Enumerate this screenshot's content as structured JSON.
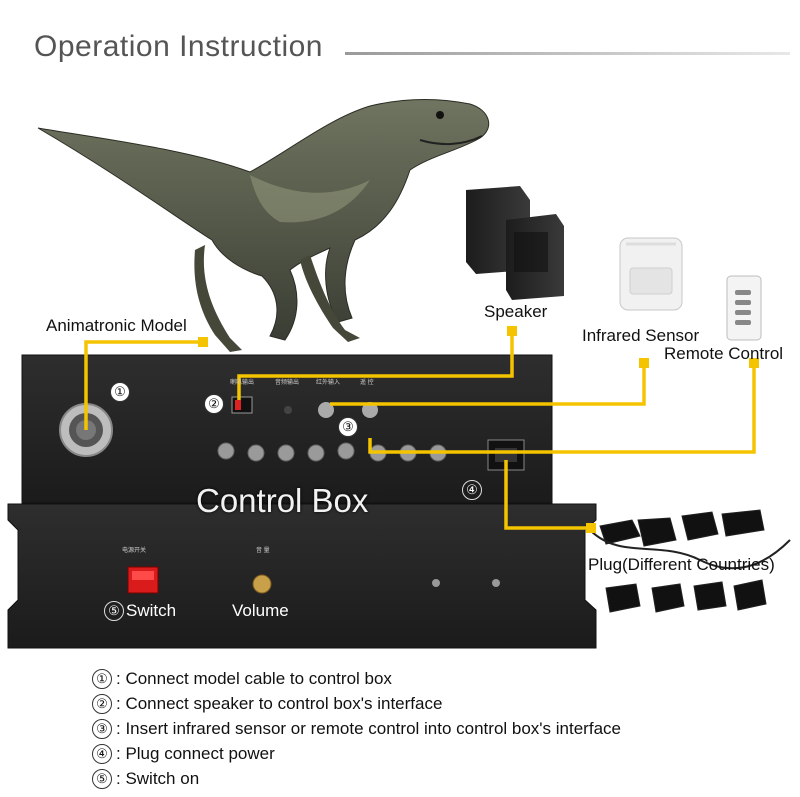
{
  "header": {
    "title": "Operation Instruction"
  },
  "labels": {
    "animatronic_model": "Animatronic Model",
    "speaker": "Speaker",
    "infrared_sensor": "Infrared Sensor",
    "remote_control": "Remote Control",
    "control_box": "Control Box",
    "plug": "Plug(Different Countries)",
    "switch": "Switch",
    "volume": "Volume"
  },
  "markers": {
    "m1": "①",
    "m2": "②",
    "m3": "③",
    "m4": "④",
    "m5": "⑤"
  },
  "steps": [
    {
      "num": "①",
      "text": ": Connect model cable to control box"
    },
    {
      "num": "②",
      "text": ": Connect speaker to control box's interface"
    },
    {
      "num": "③",
      "text": ": Insert infrared sensor or remote control into control box's interface"
    },
    {
      "num": "④",
      "text": ": Plug connect power"
    },
    {
      "num": "⑤",
      "text": ": Switch on"
    }
  ],
  "colors": {
    "wire": "#f5c400",
    "box": "#262626",
    "switch": "#d91b1b"
  }
}
